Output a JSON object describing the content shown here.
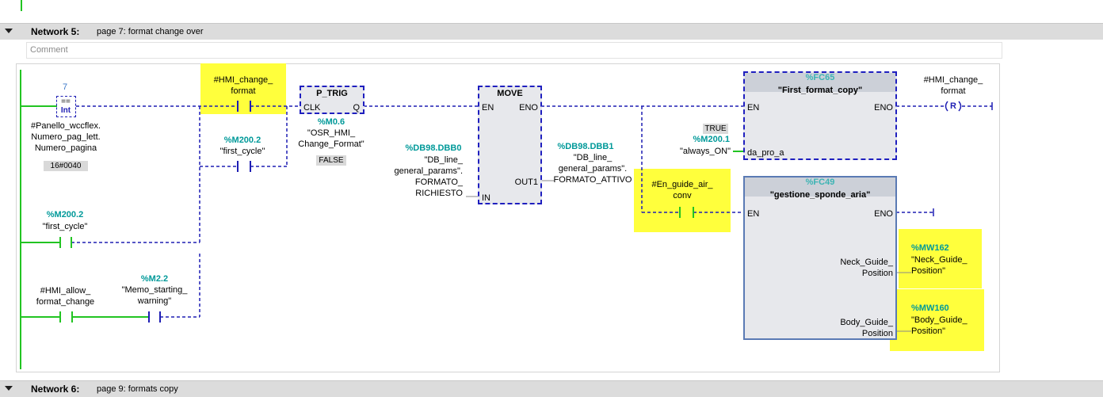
{
  "network5": {
    "title": "Network 5:",
    "subtitle": "page 7: format change over"
  },
  "network6": {
    "title": "Network 6:",
    "subtitle": "page 9: formats copy"
  },
  "comment_placeholder": "Comment",
  "cmp": {
    "value": "7",
    "op": "==",
    "type": "Int",
    "operand": "#Panello_wccflex.\nNumero_pag_lett.\nNumero_pagina",
    "hex": "16#0040"
  },
  "hmi_change_contact": {
    "name": "#HMI_change_\nformat"
  },
  "m200_2_contact": {
    "addr": "%M200.2",
    "name": "\"first_cycle\""
  },
  "m200_2_contact_b": {
    "addr": "%M200.2",
    "name": "\"first_cycle\""
  },
  "hmi_allow": {
    "name": "#HMI_allow_\nformat_change"
  },
  "m2_2": {
    "addr": "%M2.2",
    "name": "\"Memo_starting_\nwarning\""
  },
  "ptrig": {
    "title": "P_TRIG",
    "clk": "CLK",
    "q": "Q",
    "addr": "%M0.6",
    "name": "\"OSR_HMI_\nChange_Format\"",
    "state": "FALSE"
  },
  "move": {
    "title": "MOVE",
    "en": "EN",
    "eno": "ENO",
    "out1": "OUT1",
    "in": "IN",
    "in_addr": "%DB98.DBB0",
    "in_name": "\"DB_line_\ngeneral_params\".\nFORMATO_\nRICHIESTO",
    "out_addr": "%DB98.DBB1",
    "out_name": "\"DB_line_\ngeneral_params\".\nFORMATO_ATTIVO"
  },
  "fc65": {
    "addr": "%FC65",
    "name": "\"First_format_copy\"",
    "en": "EN",
    "eno": "ENO",
    "pin": "da_pro_a",
    "true_label": "TRUE",
    "m_addr": "%M200.1",
    "m_name": "\"always_ON\""
  },
  "coil": {
    "name": "#HMI_change_\nformat",
    "sym": "R"
  },
  "en_guide": {
    "name": "#En_guide_air_\nconv"
  },
  "fc49": {
    "addr": "%FC49",
    "name": "\"gestione_sponde_aria\"",
    "en": "EN",
    "eno": "ENO",
    "neck_pin": "Neck_Guide_\nPosition",
    "body_pin": "Body_Guide_\nPosition"
  },
  "mw162": {
    "addr": "%MW162",
    "name": "\"Neck_Guide_\nPosition\""
  },
  "mw160": {
    "addr": "%MW160",
    "name": "\"Body_Guide_\nPosition\""
  },
  "colors": {
    "wire_active": "#1e1eb4",
    "power_rail": "#22c422",
    "highlight": "#ffff3c",
    "teal": "#009999"
  }
}
